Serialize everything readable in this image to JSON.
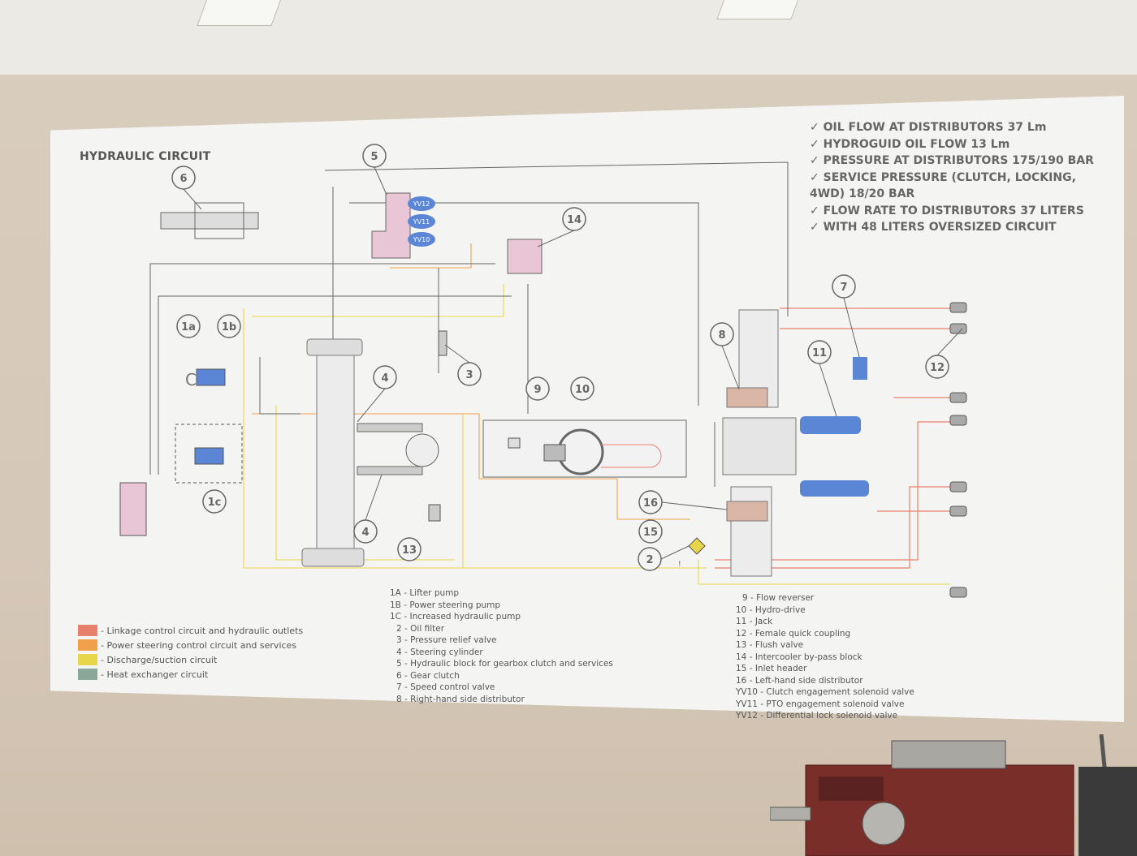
{
  "title": "HYDRAULIC CIRCUIT",
  "specs": [
    "✓ OIL FLOW AT DISTRIBUTORS 37 Lm",
    "✓ HYDROGUID OIL FLOW 13 Lm",
    "✓ PRESSURE AT DISTRIBUTORS 175/190 BAR",
    "✓ SERVICE PRESSURE (CLUTCH, LOCKING,",
    "4WD) 18/20 BAR",
    "✓ FLOW RATE TO DISTRIBUTORS 37 LITERS",
    "✓ WITH 48 LITERS OVERSIZED CIRCUIT"
  ],
  "colors": {
    "linkage": "#e8806e",
    "power_steering": "#f0a04a",
    "discharge": "#e8d64a",
    "heat_exchanger": "#8aa89a",
    "solenoid": "#5b86d6",
    "block": "#e9c6d6"
  },
  "legend": [
    {
      "text": "- Linkage control circuit and hydraulic outlets"
    },
    {
      "text": "- Power steering control circuit and services"
    },
    {
      "text": "- Discharge/suction circuit"
    },
    {
      "text": "- Heat exchanger circuit"
    }
  ],
  "key_left": [
    "1A - Lifter pump",
    "1B - Power steering pump",
    "1C - Increased hydraulic pump",
    "2 - Oil filter",
    "3 - Pressure relief valve",
    "4 - Steering cylinder",
    "5 - Hydraulic block for gearbox clutch and services",
    "6 - Gear clutch",
    "7 - Speed control valve",
    "8 - Right-hand side distributor"
  ],
  "key_right": [
    "9 - Flow reverser",
    "10 - Hydro-drive",
    "11 - Jack",
    "12 - Female quick coupling",
    "13 - Flush valve",
    "14 - Intercooler by-pass block",
    "15 - Inlet header",
    "16 - Left-hand side distributor",
    "YV10 - Clutch engagement solenoid valve",
    "YV11 - PTO engagement solenoid valve",
    "YV12 - Differential lock solenoid valve"
  ],
  "markers": {
    "m1a": "1a",
    "m1b": "1b",
    "m1c": "1c",
    "m2": "2",
    "m3": "3",
    "m4a": "4",
    "m4b": "4",
    "m5": "5",
    "m6": "6",
    "m7": "7",
    "m8": "8",
    "m9": "9",
    "m10": "10",
    "m11": "11",
    "m12": "12",
    "m13": "13",
    "m14": "14",
    "m15": "15",
    "m16": "16"
  },
  "solenoids": [
    "YV12",
    "YV11",
    "YV10"
  ],
  "clutch_letter": "C",
  "filter_mark": "!"
}
